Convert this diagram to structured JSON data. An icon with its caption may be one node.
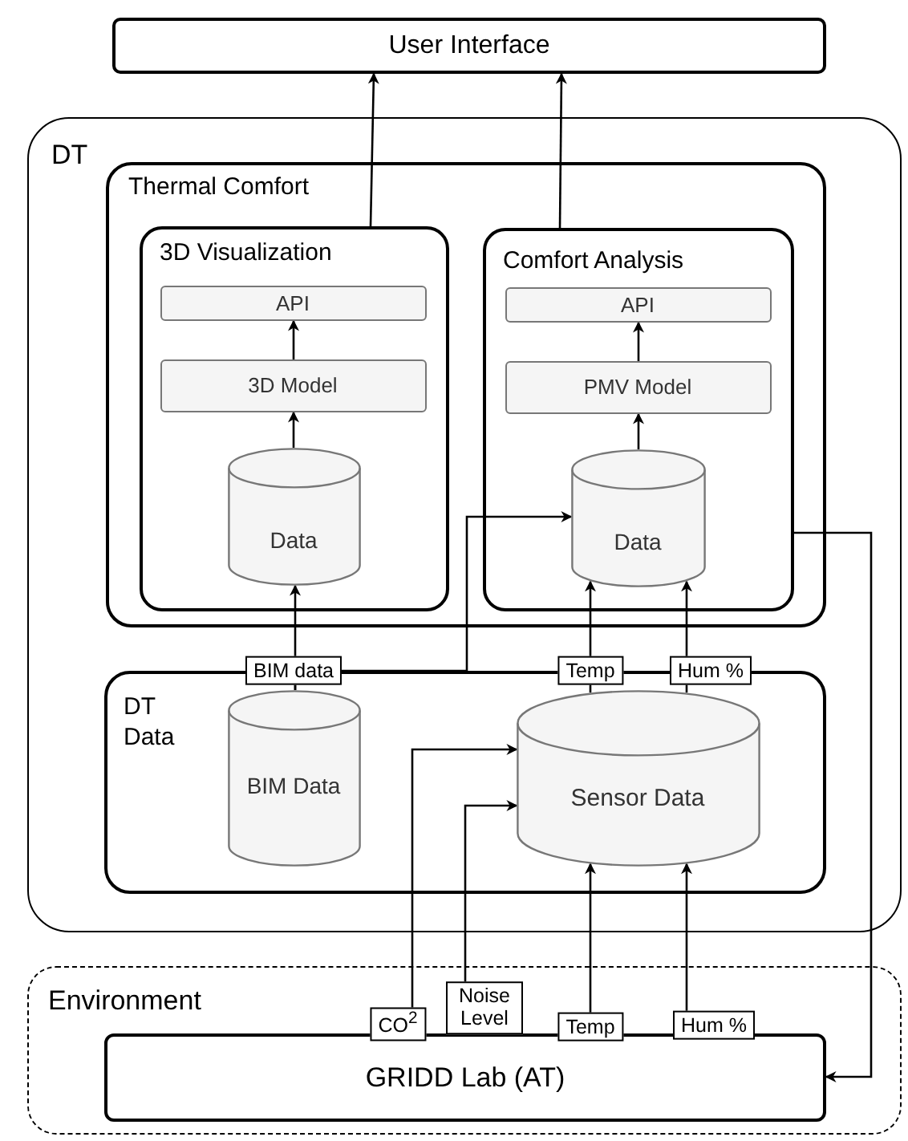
{
  "diagram": {
    "nodes": [
      {
        "text": [
          "User Interface"
        ]
      },
      {
        "text": [
          "DT"
        ]
      },
      {
        "text": [
          "Thermal Comfort"
        ],
        "in": 1
      },
      {
        "text": [
          "3D Visualization"
        ],
        "in": 2
      },
      {
        "text": [
          "API"
        ],
        "in": 3
      },
      {
        "text": [
          "3D Model"
        ],
        "in": 3
      },
      {
        "text": [
          "Data"
        ],
        "in": 3
      },
      {
        "text": [
          "Comfort Analysis"
        ],
        "in": 2
      },
      {
        "text": [
          "API"
        ],
        "in": 7
      },
      {
        "text": [
          "PMV Model"
        ],
        "in": 7
      },
      {
        "text": [
          "Data"
        ],
        "in": 7
      },
      {
        "text": [
          "DT Data"
        ],
        "in": 1
      },
      {
        "text": [
          "BIM Data"
        ],
        "in": 11
      },
      {
        "text": [
          "Sensor Data"
        ],
        "in": 11
      },
      {
        "text": [
          "Environment"
        ]
      },
      {
        "text": [
          "GRIDD Lab (AT)"
        ],
        "in": 14
      }
    ],
    "edges": [
      {
        "from": 3,
        "to": 0,
        "arrow": "to"
      },
      {
        "from": 7,
        "to": 0,
        "arrow": "to"
      },
      {
        "from": 5,
        "to": 4,
        "arrow": "to"
      },
      {
        "from": 6,
        "to": 5,
        "arrow": "to"
      },
      {
        "from": 9,
        "to": 8,
        "arrow": "to"
      },
      {
        "from": 10,
        "to": 9,
        "arrow": "to"
      },
      {
        "from": 12,
        "to": 6,
        "arrow": "to",
        "label": "BIM data"
      },
      {
        "from": 12,
        "to": 10,
        "arrow": "to"
      },
      {
        "from": 13,
        "to": 10,
        "arrow": "to",
        "label": "Temp"
      },
      {
        "from": 13,
        "to": 10,
        "arrow": "to",
        "label": "Hum %"
      },
      {
        "from": 15,
        "to": 13,
        "arrow": "to",
        "label": "CO$^{2}$"
      },
      {
        "from": 15,
        "to": 13,
        "arrow": "to",
        "label": "Noise Level"
      },
      {
        "from": 15,
        "to": 13,
        "arrow": "to",
        "label": "Temp"
      },
      {
        "from": 15,
        "to": 13,
        "arrow": "to",
        "label": "Hum %"
      },
      {
        "from": 7,
        "to": 15,
        "arrow": "to"
      }
    ]
  }
}
